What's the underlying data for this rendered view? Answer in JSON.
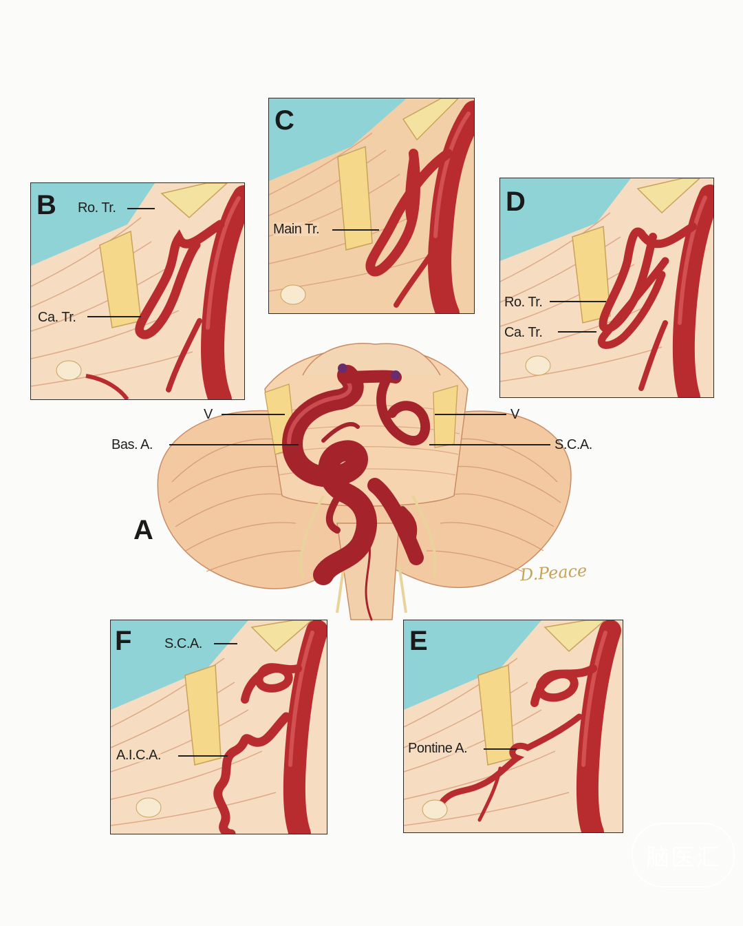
{
  "panels": {
    "a": {
      "letter": "A"
    },
    "b": {
      "letter": "B",
      "labels": [
        "Ro. Tr.",
        "Ca. Tr."
      ]
    },
    "c": {
      "letter": "C",
      "labels": [
        "Main Tr."
      ]
    },
    "d": {
      "letter": "D",
      "labels": [
        "Ro. Tr.",
        "Ca. Tr."
      ]
    },
    "e": {
      "letter": "E",
      "labels": [
        "Pontine A."
      ]
    },
    "f": {
      "letter": "F",
      "labels": [
        "S.C.A.",
        "A.I.C.A."
      ]
    }
  },
  "main_labels": {
    "v_left": "V",
    "v_right": "V",
    "basilar": "Bas. A.",
    "sca": "S.C.A."
  },
  "signature": "D.Peace",
  "watermark": "脑医汇",
  "colors": {
    "artery": "#b82c2f",
    "artery_highlight": "#e2676a",
    "brainstem": "#f2c9a0",
    "cistern": "#8fd3d6",
    "nerve": "#f3e2a0"
  }
}
